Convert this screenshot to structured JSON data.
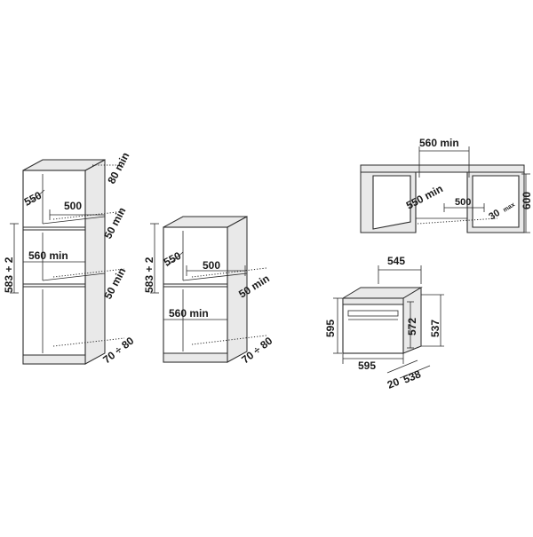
{
  "cabinet_tall": {
    "top_gap": "80 min",
    "depth": "550",
    "opening_depth": "500",
    "upper_gap": "50 min",
    "height": "583 + 2",
    "width": "560 min",
    "middle_gap": "50 min",
    "bottom_gap": "70 ÷ 80"
  },
  "cabinet_under": {
    "height": "583 + 2",
    "depth": "550",
    "opening_depth": "500",
    "side_gap": "50 min",
    "width": "560 min",
    "bottom_gap": "70 ÷ 80"
  },
  "counter_install": {
    "width": "560 min",
    "depth": "550 min",
    "opening_depth": "500",
    "gap": "30",
    "gap_suffix": "max",
    "height": "600"
  },
  "oven": {
    "top_width": "545",
    "front_height": "595",
    "body_height": "572",
    "depth": "537",
    "front_width": "595",
    "door_thickness": "20",
    "total_depth": "538"
  }
}
